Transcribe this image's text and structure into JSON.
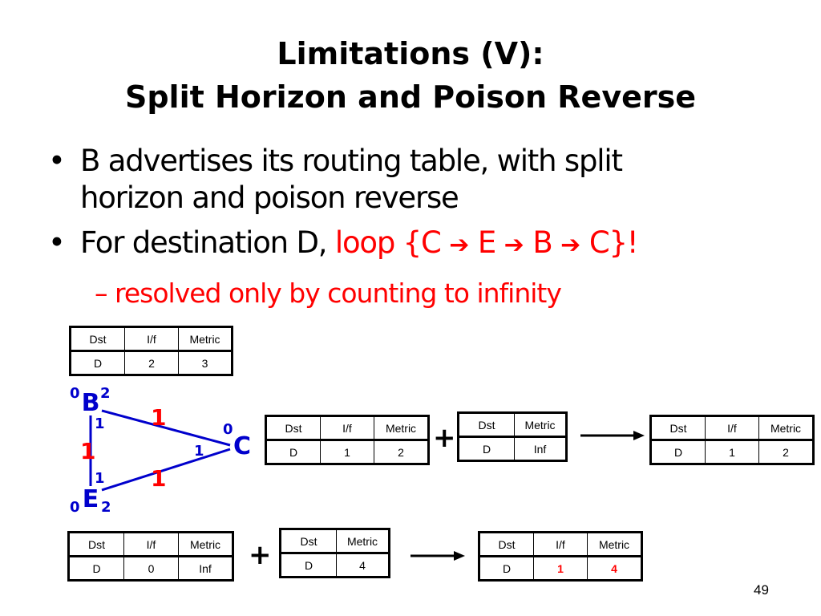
{
  "title": {
    "line1": "Limitations (V):",
    "line2": "Split Horizon and Poison Reverse"
  },
  "bullets": {
    "b1_line1": "B advertises its routing table, with split",
    "b1_line2": "horizon and poison reverse",
    "b2_prefix": "For destination D, ",
    "b2_loop_start": "loop {C ",
    "b2_seg1": " E ",
    "b2_seg2": " B ",
    "b2_loop_end": " C}!",
    "arrow_glyph": "➔",
    "bullet_glyph": "•",
    "sub_dash": "–",
    "sub_text": "resolved only by counting to infinity"
  },
  "diagram": {
    "nodes": {
      "B": "B",
      "C": "C",
      "E": "E"
    },
    "port_labels": {
      "b_left": "0",
      "b_right": "2",
      "b_bottom": "1",
      "c_top": "0",
      "c_left": "1",
      "e_top": "1",
      "e_left": "0",
      "e_right": "2"
    },
    "edge_costs": {
      "b_c": "1",
      "b_e": "1",
      "e_c": "1"
    },
    "colors": {
      "node": "#0000cc",
      "port": "#0000cc",
      "cost": "#ff0000",
      "line": "#0000cc"
    }
  },
  "tables": {
    "b_table": {
      "headers": [
        "Dst",
        "I/f",
        "Metric"
      ],
      "row": [
        "D",
        "2",
        "3"
      ]
    },
    "c_table": {
      "headers": [
        "Dst",
        "I/f",
        "Metric"
      ],
      "row": [
        "D",
        "1",
        "2"
      ]
    },
    "c_update": {
      "headers": [
        "Dst",
        "Metric"
      ],
      "row": [
        "D",
        "Inf"
      ]
    },
    "c_result": {
      "headers": [
        "Dst",
        "I/f",
        "Metric"
      ],
      "row": [
        "D",
        "1",
        "2"
      ]
    },
    "e_table": {
      "headers": [
        "Dst",
        "I/f",
        "Metric"
      ],
      "row": [
        "D",
        "0",
        "Inf"
      ]
    },
    "e_update": {
      "headers": [
        "Dst",
        "Metric"
      ],
      "row": [
        "D",
        "4"
      ]
    },
    "e_result": {
      "headers": [
        "Dst",
        "I/f",
        "Metric"
      ],
      "row": [
        "D",
        "1",
        "4"
      ]
    }
  },
  "operators": {
    "plus": "+"
  },
  "page_number": "49",
  "colors": {
    "accent_red": "#ff0000",
    "text": "#000000"
  }
}
